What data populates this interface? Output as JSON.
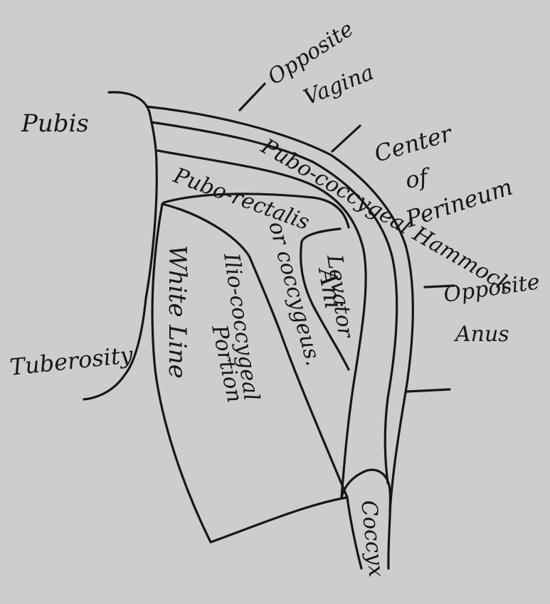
{
  "labels": {
    "opposite_vagina_1": "Opposite",
    "opposite_vagina_2": "Vagina",
    "pubis": "Pubis",
    "center_1": "Center",
    "center_2": "of",
    "center_3": "Perineum",
    "pubo_coccygeal": "Pubo-coccygeal Hammock",
    "pubo_rectalis": "Pubo-rectalis",
    "or_coccygeus": "or coccygeus.",
    "levator": "Levator",
    "ani": "Ani",
    "opposite_anus_1": "Opposite",
    "opposite_anus_2": "Anus",
    "white_line": "White Line",
    "ilio_1": "Ilio-coccygeal",
    "ilio_2": "Portion",
    "tuberosity": "Tuberosity",
    "coccyx": "Coccyx"
  }
}
